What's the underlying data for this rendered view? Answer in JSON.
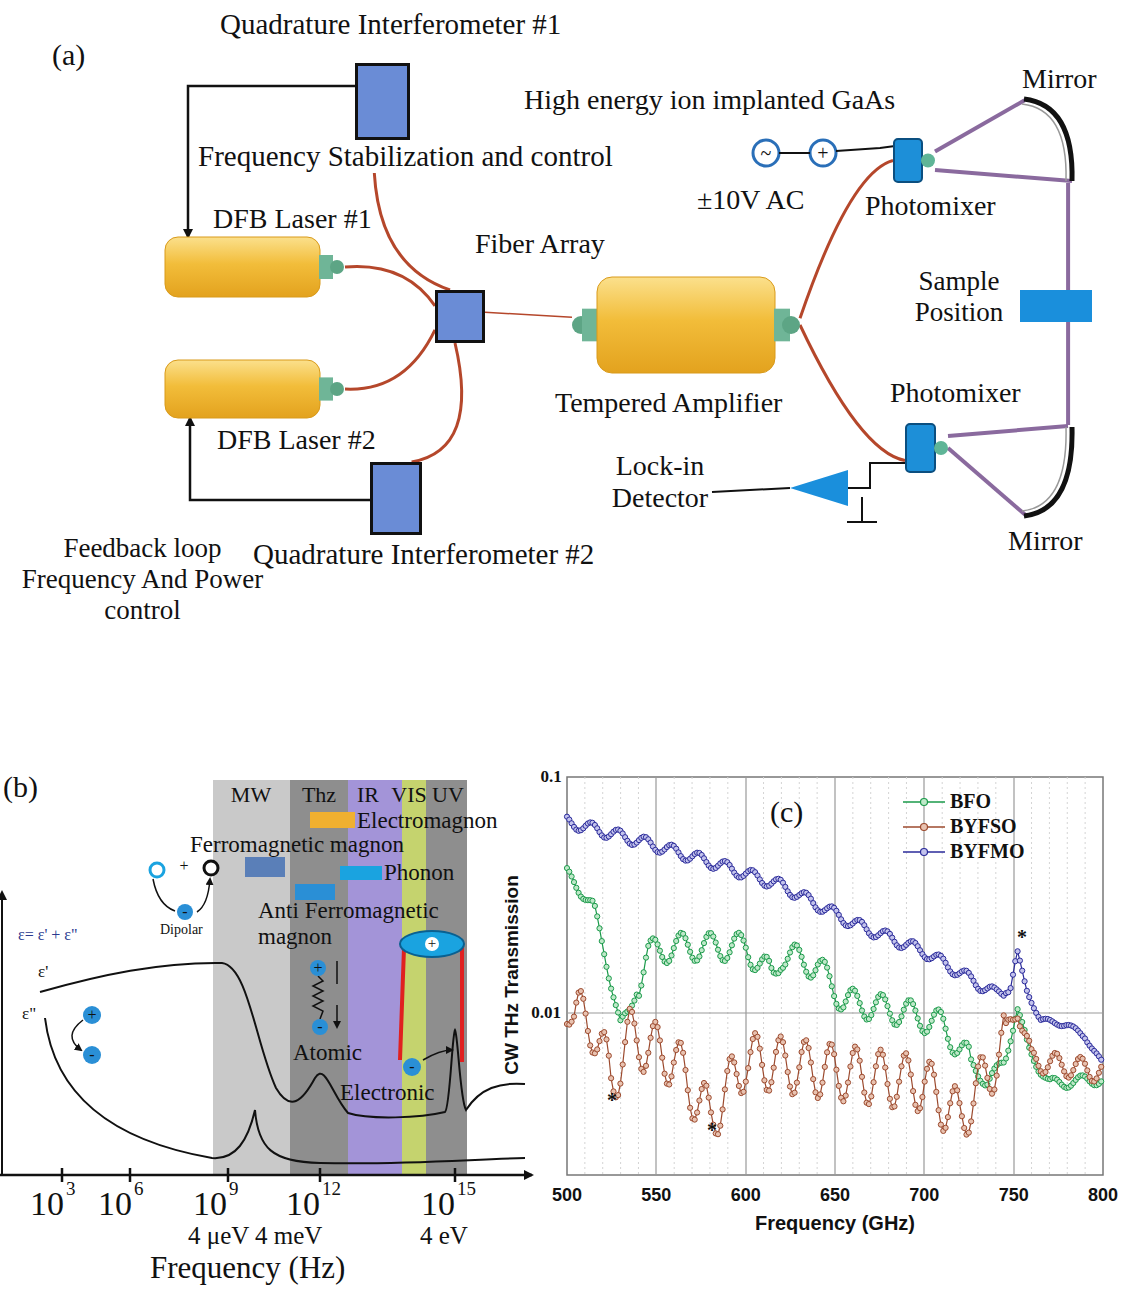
{
  "diagram": {
    "nodes": [
      {
        "text": [
          "Quadrature Interferometer #1"
        ]
      },
      {
        "text": [
          "DFB Laser #1"
        ]
      },
      {
        "text": [
          "Fiber Array"
        ]
      },
      {
        "text": [
          "Tempered Amplifier"
        ]
      },
      {
        "text": [
          "Photomixer"
        ]
      },
      {
        "text": [
          "Mirror"
        ]
      },
      {
        "text": [
          "Sample Position"
        ]
      },
      {
        "text": [
          "DFB Laser #2"
        ]
      },
      {
        "text": [
          "Photomixer"
        ]
      },
      {
        "text": [
          "Lock-in Detector"
        ]
      },
      {
        "text": [
          "Quadrature Interferometer #2"
        ]
      },
      {
        "text": [
          "Mirror"
        ]
      },
      {
        "text": [
          "MW"
        ]
      },
      {
        "text": [
          "Thz"
        ]
      },
      {
        "text": [
          "IR"
        ]
      },
      {
        "text": [
          "VIS"
        ]
      },
      {
        "text": [
          "UV"
        ]
      }
    ],
    "edges": [
      {
        "from": 0,
        "to": 1,
        "arrow": "to"
      },
      {
        "from": 0,
        "to": 2,
        "arrow": "none"
      },
      {
        "from": 1,
        "to": 2,
        "arrow": "none"
      },
      {
        "from": 7,
        "to": 2,
        "arrow": "none"
      },
      {
        "from": 10,
        "to": 2,
        "arrow": "none"
      },
      {
        "from": 10,
        "to": 7,
        "arrow": "to"
      },
      {
        "from": 2,
        "to": 3,
        "arrow": "none"
      },
      {
        "from": 3,
        "to": 4,
        "arrow": "none"
      },
      {
        "from": 3,
        "to": 8,
        "arrow": "none"
      },
      {
        "from": 4,
        "to": 5,
        "arrow": "none"
      },
      {
        "from": 5,
        "to": 11,
        "arrow": "none"
      },
      {
        "from": 11,
        "to": 8,
        "arrow": "none"
      },
      {
        "from": 8,
        "to": 9,
        "arrow": "none"
      }
    ],
    "labels": [
      "(a)",
      "Frequency Stabilization and control",
      "High energy ion implanted GaAs",
      "~",
      "+",
      "±10V AC",
      "Feedback loop Frequency And Power control",
      "(b)",
      "Electromagnon",
      "Ferromagnetic magnon",
      "Phonon",
      "Anti Ferromagnetic magnon",
      "+",
      "-",
      "Dipolar",
      "ε= ε' + ε\"",
      "ε'",
      "ε\"",
      "+",
      "-",
      "+",
      "-",
      "Atomic",
      "+",
      "-",
      "Electronic",
      "10",
      "3",
      "10",
      "6",
      "10",
      "9",
      "10",
      "12",
      "10",
      "15",
      "4 μeV",
      "4 meV",
      "4 eV",
      "Frequency (Hz)",
      "(c)",
      "0.1",
      "0.01",
      "500",
      "550",
      "600",
      "650",
      "700",
      "750",
      "800",
      "Frequency (GHz)",
      "CW THz Transmission",
      "*",
      "*",
      "*"
    ],
    "legend": [
      {
        "text": "BFO"
      },
      {
        "text": "BYFSO"
      },
      {
        "text": "BYFMO"
      }
    ]
  }
}
